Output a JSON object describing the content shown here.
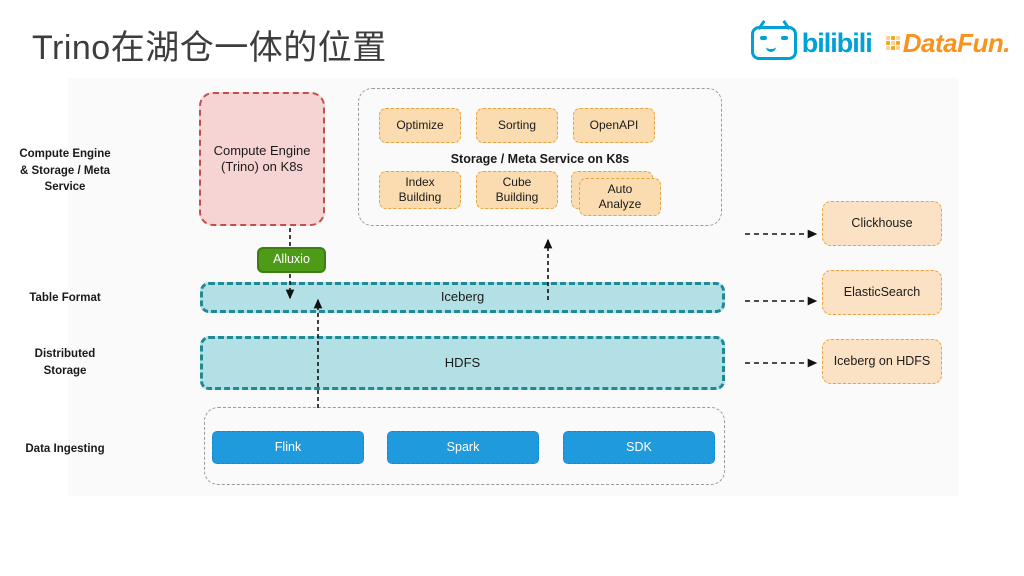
{
  "slide": {
    "title": "Trino在湖仓一体的位置",
    "background": "#ffffff",
    "panel_background": "#fafafa"
  },
  "logos": {
    "bilibili": {
      "name": "bilibili",
      "wordmark": "bilibili",
      "color": "#00A1D6"
    },
    "datafun": {
      "name": "DataFun",
      "wordmark": "DataFun.",
      "color": "#F7931E"
    }
  },
  "row_labels": [
    {
      "id": "compute",
      "text": "Compute Engine\n& Storage / Meta\nService"
    },
    {
      "id": "table-format",
      "text": "Table Format"
    },
    {
      "id": "distributed-storage",
      "text": "Distributed\nStorage"
    },
    {
      "id": "data-ingesting",
      "text": "Data Ingesting"
    }
  ],
  "compute_engine": {
    "label": "Compute Engine\n(Trino) on K8s",
    "fill": "#f7d4d4",
    "border": "#c0504d"
  },
  "alluxio": {
    "label": "Alluxio",
    "fill": "#4d9b16",
    "text_color": "#ffffff"
  },
  "meta_service_group": {
    "title": "Storage / Meta Service on K8s",
    "border": "#9a9a9a",
    "top_row": [
      {
        "label": "Optimize"
      },
      {
        "label": "Sorting"
      },
      {
        "label": "OpenAPI"
      }
    ],
    "bottom_row": [
      {
        "label": "Index\nBuilding"
      },
      {
        "label": "Cube\nBuilding"
      },
      {
        "label": "Auto\nAnalyze",
        "stacked": true
      }
    ],
    "box_fill": "#fadcb0",
    "box_border": "#e8a33d"
  },
  "layers": [
    {
      "id": "iceberg",
      "label": "Iceberg",
      "fill": "#b3e0e5",
      "border": "#1f8a96"
    },
    {
      "id": "hdfs",
      "label": "HDFS",
      "fill": "#b3e0e5",
      "border": "#1f8a96"
    }
  ],
  "ingest_group": {
    "border": "#9a9a9a",
    "items": [
      {
        "label": "Flink"
      },
      {
        "label": "Spark"
      },
      {
        "label": "SDK"
      }
    ],
    "box_fill": "#1f9bdd",
    "text_color": "#ffffff"
  },
  "right_targets": [
    {
      "id": "clickhouse",
      "label": "Clickhouse"
    },
    {
      "id": "elasticsearch",
      "label": "ElasticSearch"
    },
    {
      "id": "iceberg-on-hdfs",
      "label": "Iceberg on HDFS"
    }
  ],
  "right_target_style": {
    "fill": "#fce2c4",
    "border": "#e8a33d"
  },
  "arrows": {
    "color": "#111111",
    "style": "dashed",
    "list": [
      {
        "id": "compute-to-iceberg",
        "direction": "down"
      },
      {
        "id": "ingest-to-iceberg",
        "direction": "up"
      },
      {
        "id": "iceberg-to-meta-service",
        "direction": "up"
      },
      {
        "id": "to-clickhouse",
        "direction": "right"
      },
      {
        "id": "to-elasticsearch",
        "direction": "right"
      },
      {
        "id": "to-iceberg-on-hdfs",
        "direction": "right"
      }
    ]
  }
}
